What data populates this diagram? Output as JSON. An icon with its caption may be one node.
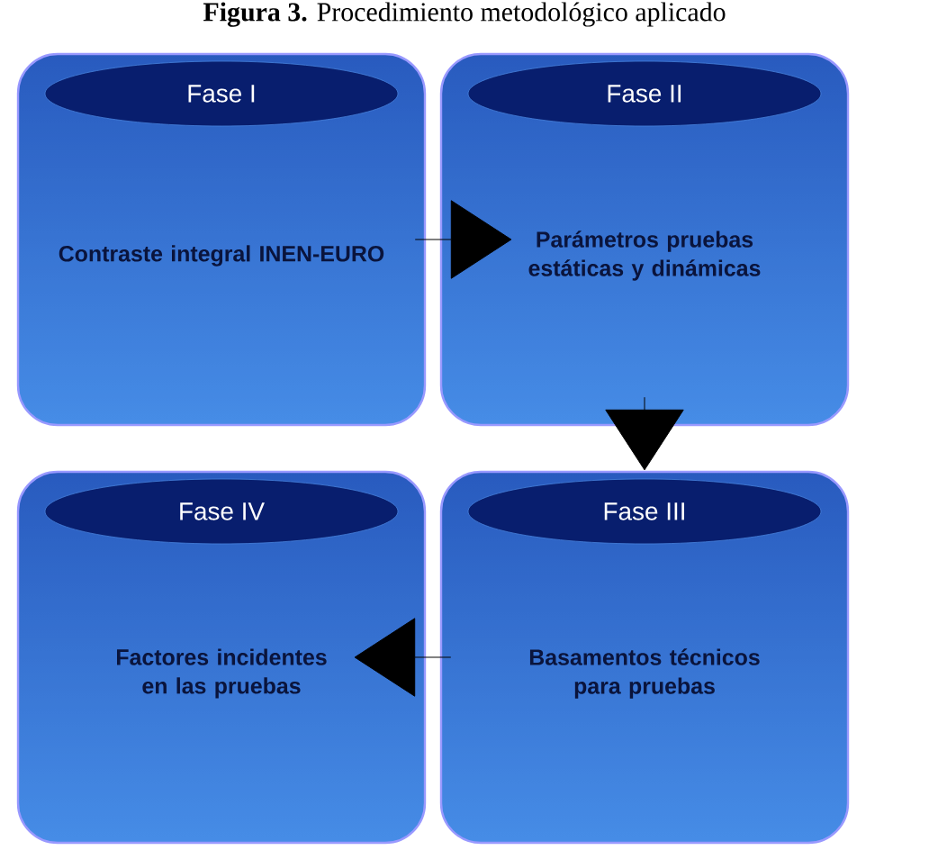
{
  "diagram": {
    "title": "**Figura 3.** Procedimiento metodológico aplicado",
    "nodes": [
      {
        "text": [
          "Fase I",
          "Contraste integral INEN-EURO"
        ]
      },
      {
        "text": [
          "Fase II",
          "Parámetros pruebas estáticas y dinámicas"
        ]
      },
      {
        "text": [
          "Fase IV",
          "Factores incidentes en las pruebas"
        ]
      },
      {
        "text": [
          "Fase III",
          "Basamentos técnicos para pruebas"
        ]
      }
    ],
    "edges": [
      {
        "from": 0,
        "to": 1,
        "arrow": "to"
      },
      {
        "from": 1,
        "to": 3,
        "arrow": "to"
      },
      {
        "from": 3,
        "to": 2,
        "arrow": "to"
      }
    ]
  }
}
